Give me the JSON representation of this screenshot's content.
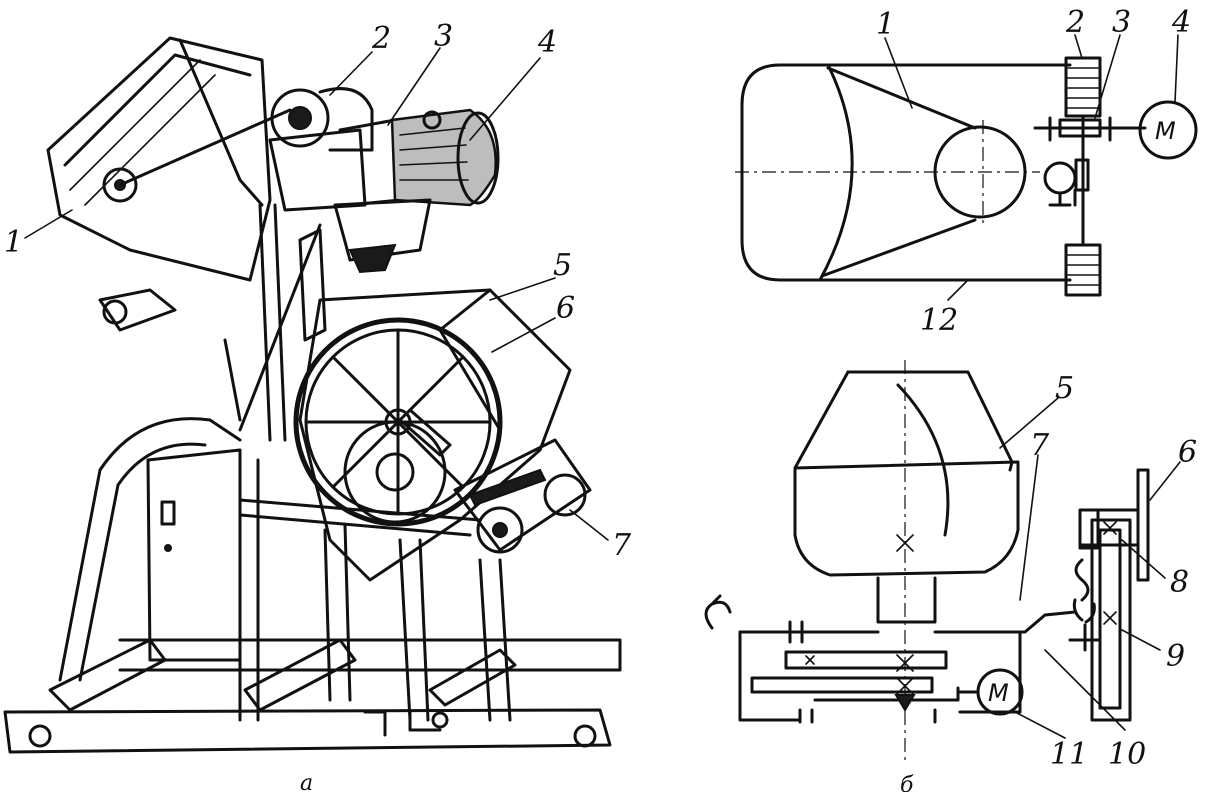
{
  "figure": {
    "panel_a": {
      "caption": "а",
      "callouts": [
        {
          "id": "a1",
          "label": "1"
        },
        {
          "id": "a2",
          "label": "2"
        },
        {
          "id": "a3",
          "label": "3"
        },
        {
          "id": "a4",
          "label": "4"
        },
        {
          "id": "a5",
          "label": "5"
        },
        {
          "id": "a6",
          "label": "6"
        },
        {
          "id": "a7",
          "label": "7"
        }
      ]
    },
    "panel_b": {
      "caption": "б",
      "motor_symbol": "M",
      "callouts": [
        {
          "id": "b1",
          "label": "1"
        },
        {
          "id": "b2",
          "label": "2"
        },
        {
          "id": "b3",
          "label": "3"
        },
        {
          "id": "b4",
          "label": "4"
        },
        {
          "id": "b12",
          "label": "12"
        },
        {
          "id": "b5",
          "label": "5"
        },
        {
          "id": "b6",
          "label": "6"
        },
        {
          "id": "b7",
          "label": "7"
        },
        {
          "id": "b8",
          "label": "8"
        },
        {
          "id": "b9",
          "label": "9"
        },
        {
          "id": "b10",
          "label": "10"
        },
        {
          "id": "b11",
          "label": "11"
        }
      ]
    }
  }
}
